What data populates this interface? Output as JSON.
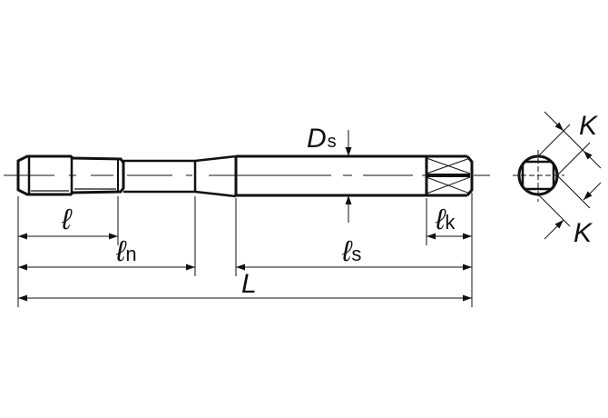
{
  "diagram": {
    "title": "Machine tap dimension drawing",
    "colors": {
      "line": "#111111",
      "background": "#ffffff"
    },
    "labels": {
      "l": {
        "main": "ℓ",
        "sub": ""
      },
      "ln": {
        "main": "ℓ",
        "sub": "n"
      },
      "ls": {
        "main": "ℓ",
        "sub": "s"
      },
      "lk": {
        "main": "ℓ",
        "sub": "k"
      },
      "L": {
        "main": "L"
      },
      "Ds": {
        "main": "D",
        "sub": "s"
      },
      "K_top": {
        "main": "K"
      },
      "K_bottom": {
        "main": "K"
      }
    },
    "parts": [
      "thread",
      "neck",
      "taper",
      "shank",
      "square-drive",
      "end-view"
    ]
  }
}
